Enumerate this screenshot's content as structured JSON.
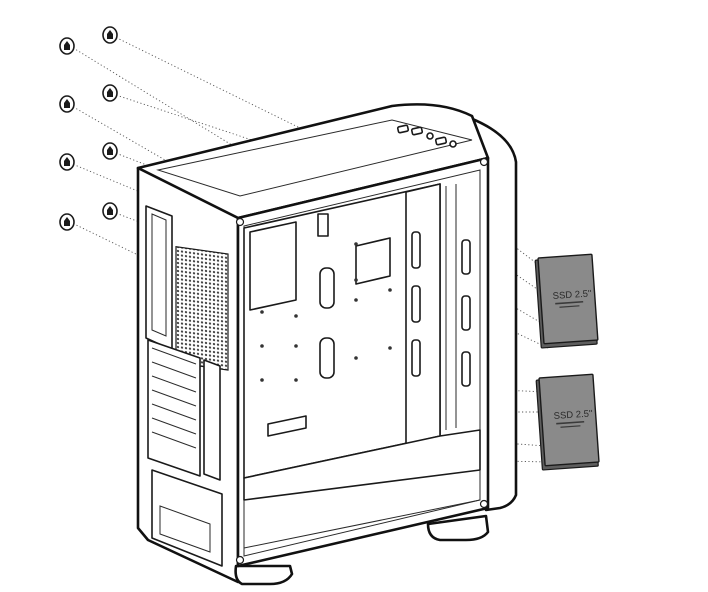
{
  "ssd_labels": [
    {
      "title": "SSD 2.5\""
    },
    {
      "title": "SSD 2.5\""
    }
  ],
  "screws_count": 8,
  "colors": {
    "line": "#1a1a1a",
    "ssd": "#8a8a8a",
    "background": "#ffffff"
  }
}
